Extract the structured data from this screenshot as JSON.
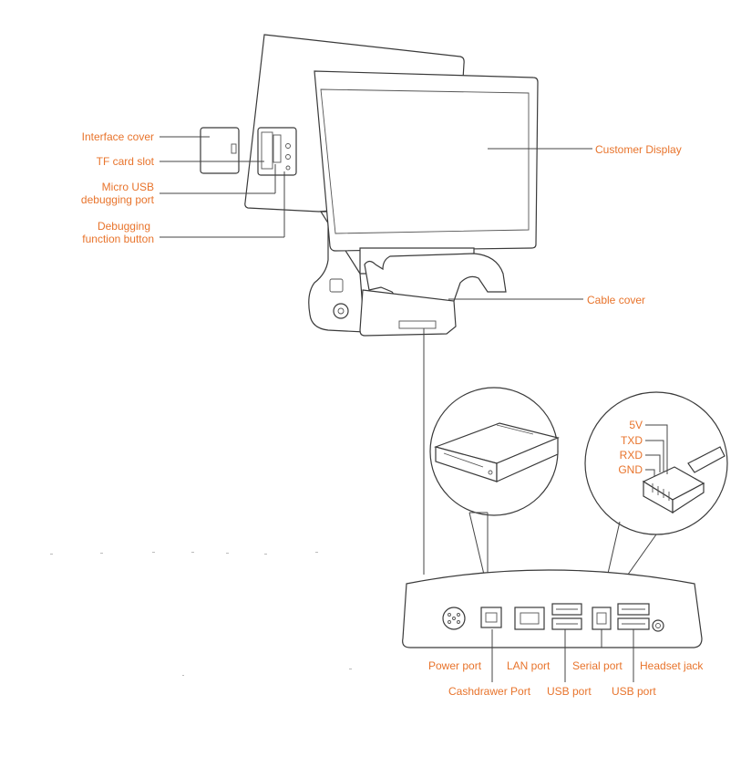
{
  "accent_color": "#e8742c",
  "labels": {
    "interface_cover": "Interface cover",
    "tf_card_slot": "TF card slot",
    "micro_usb_line1": "Micro USB",
    "micro_usb_line2": "debugging port",
    "debug_btn_line1": "Debugging",
    "debug_btn_line2": "function button",
    "customer_display": "Customer Display",
    "cable_cover": "Cable cover",
    "pin_5v": "5V",
    "pin_txd": "TXD",
    "pin_rxd": "RXD",
    "pin_gnd": "GND",
    "power_port": "Power port",
    "cashdrawer_port": "Cashdrawer Port",
    "lan_port": "LAN port",
    "usb_port_1": "USB port",
    "serial_port": "Serial port",
    "usb_port_2": "USB port",
    "headset_jack": "Headset jack"
  },
  "icons": [
    "pos-terminal-illustration",
    "cash-drawer-icon",
    "rj11-connector-icon",
    "power-port-icon",
    "rj-port-icon",
    "usb-port-icon",
    "headset-jack-icon"
  ]
}
